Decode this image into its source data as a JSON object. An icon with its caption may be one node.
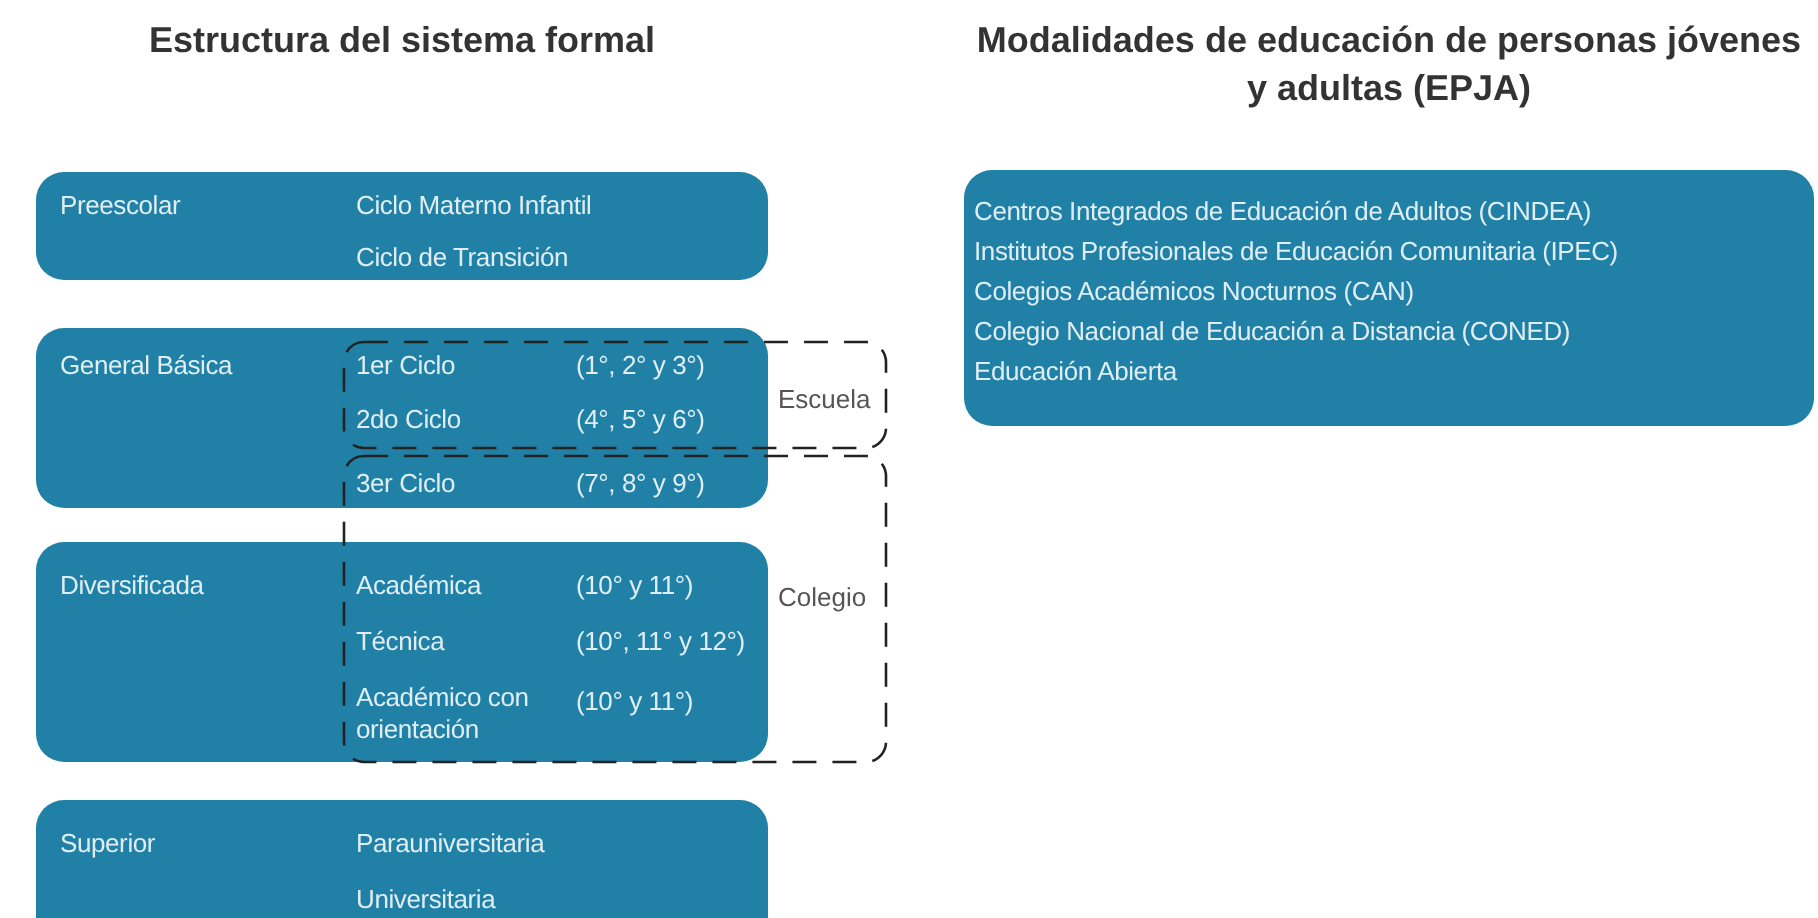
{
  "diagram": {
    "nodes": [
      {
        "text": [
          "Preescolar",
          "Ciclo Materno Infantil",
          "Ciclo de Transición"
        ]
      },
      {
        "text": [
          "General Básica",
          "1er Ciclo",
          "(1°, 2° y 3°)",
          "2do Ciclo",
          "(4°, 5° y 6°)",
          "3er Ciclo",
          "(7°, 8° y 9°)"
        ]
      },
      {
        "text": [
          "Diversificada",
          "Académica",
          "(10° y 11°)",
          "Técnica",
          "(10°, 11° y 12°)",
          "Académico con orientación",
          "(10° y 11°)"
        ]
      },
      {
        "text": [
          "Superior",
          "Parauniversitaria",
          "Universitaria"
        ]
      },
      {
        "text": [
          "Centros Integrados de Educación de Adultos (CINDEA)",
          "Institutos Profesionales de Educación Comunitaria (IPEC)",
          "Colegios Académicos Nocturnos (CAN)",
          "Colegio Nacional de Educación a Distancia (CONED)",
          "Educación Abierta"
        ]
      }
    ],
    "labels": [
      "Estructura del sistema formal",
      "Modalidades de educación de personas jóvenes y adultas (EPJA)",
      "Escuela",
      "Colegio"
    ]
  }
}
